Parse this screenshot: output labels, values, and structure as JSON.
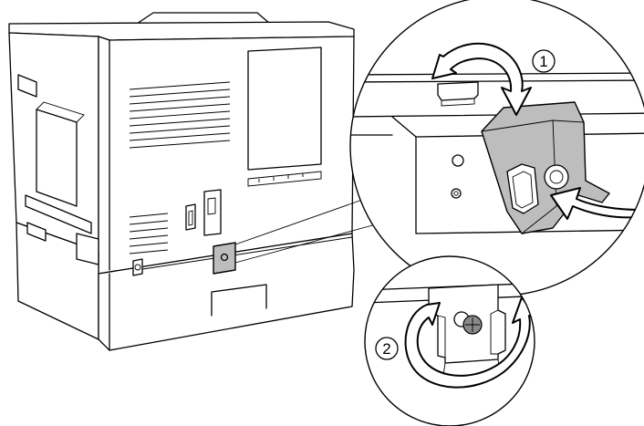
{
  "steps": [
    {
      "number": "1"
    },
    {
      "number": "2"
    }
  ],
  "colors": {
    "line": "#000000",
    "background": "#ffffff",
    "cover_fill": "#bdbdbd",
    "screw_fill": "#8a8a8a"
  },
  "icons": [
    "printer-illustration",
    "curved-arrow-icon",
    "rotate-arrow-icon",
    "screw-icon"
  ]
}
